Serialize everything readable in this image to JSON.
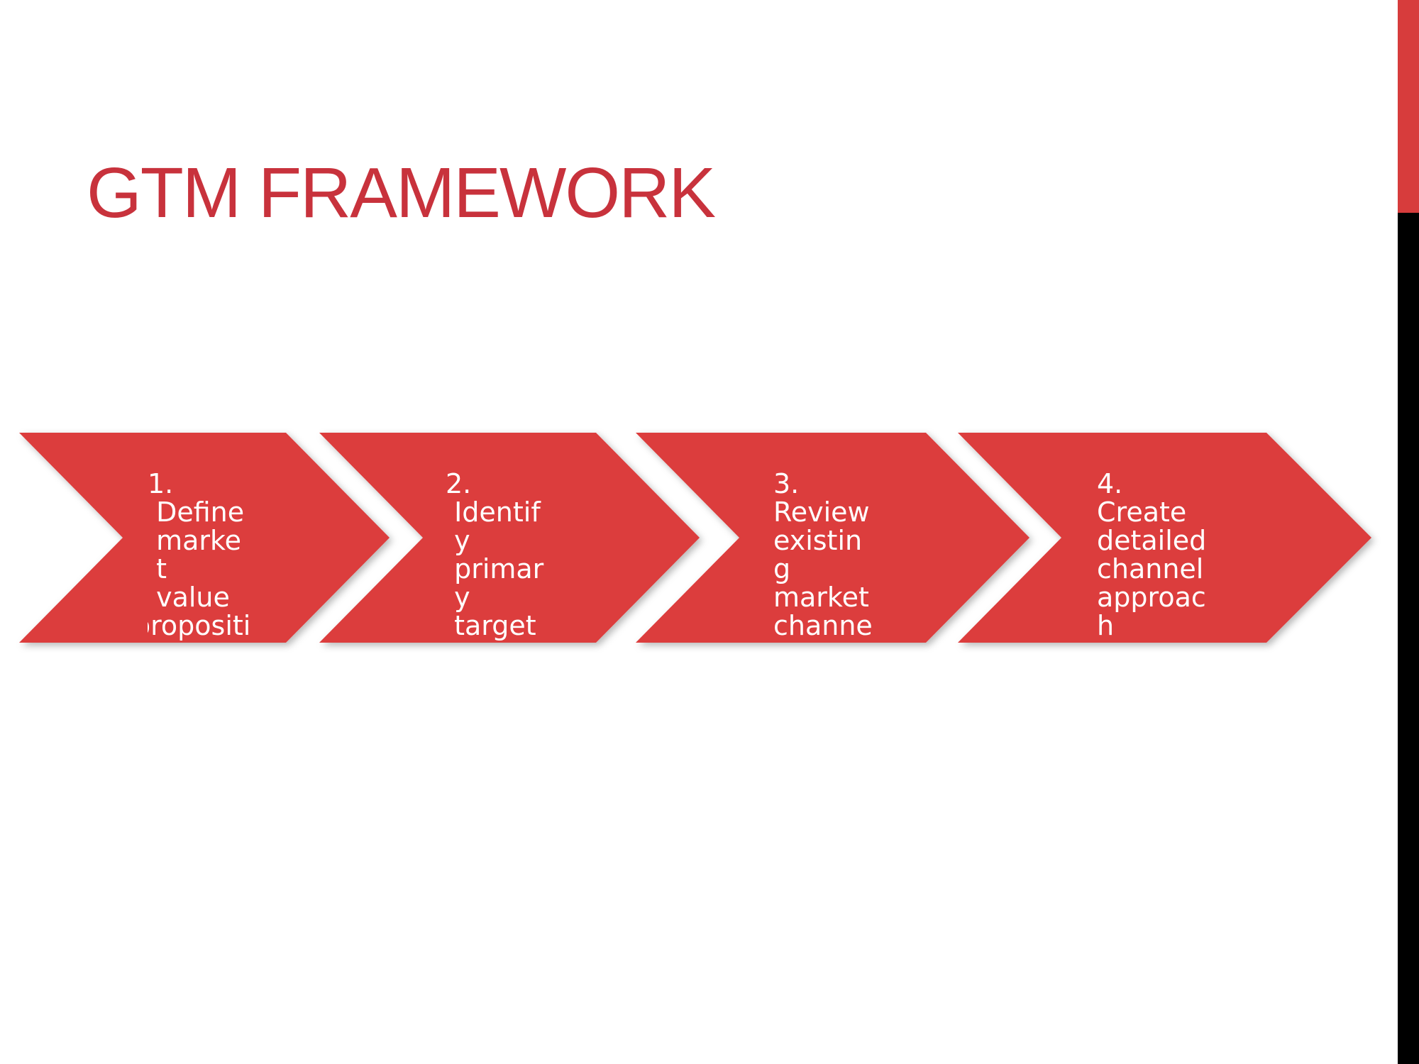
{
  "slide": {
    "title": "GTM FRAMEWORK"
  },
  "colors": {
    "accent": "#dc3c3c",
    "title": "#c8323c",
    "side_bar_top": "#d73c3c",
    "side_bar_bottom": "#000000",
    "step_text": "#ffffff"
  },
  "steps": [
    {
      "number": "1.",
      "lines": [
        " Define",
        " marke",
        " t",
        " value",
        "propositi"
      ]
    },
    {
      "number": "2.",
      "lines": [
        " Identif",
        " y",
        " primar",
        " y",
        " target"
      ]
    },
    {
      "number": "3.",
      "lines": [
        "Review",
        "existin",
        "g",
        "market",
        "channe"
      ]
    },
    {
      "number": "4.",
      "lines": [
        "Create",
        "detailed",
        "channel",
        "approac",
        "h"
      ]
    }
  ]
}
